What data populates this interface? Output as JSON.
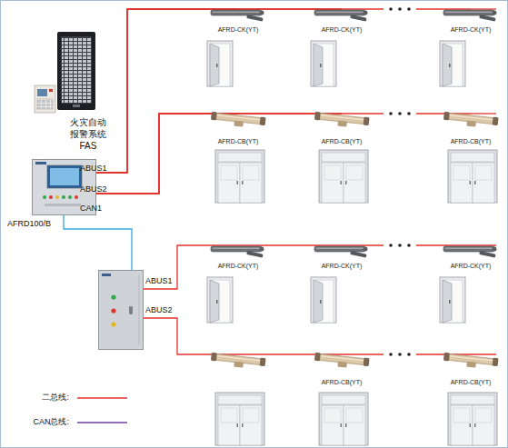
{
  "diagram": {
    "nodes": [
      {
        "text": [
          "AFRD-CK(YT)"
        ]
      },
      {
        "text": [
          "AFRD-CK(YT)"
        ]
      },
      {
        "text": [
          "AFRD-CK(YT)"
        ]
      },
      {
        "text": [
          "火灾自动 报警系统 FAS"
        ]
      },
      {
        "text": [
          "AFRD-CB(YT)"
        ]
      },
      {
        "text": [
          "AFRD-CB(YT)"
        ]
      },
      {
        "text": [
          "AFRD-CB(YT)"
        ]
      },
      {
        "text": [
          "AFRD100/B"
        ]
      },
      {
        "text": [
          "AFRD-CK(YT)"
        ]
      },
      {
        "text": [
          "AFRD-CK(YT)"
        ]
      },
      {
        "text": [
          "AFRD-CK(YT)"
        ]
      },
      {
        "text": [
          "AFRD-CB(YT)"
        ]
      },
      {
        "text": [
          "AFRD-CB(YT)"
        ]
      }
    ],
    "edges": [
      {
        "from": 7,
        "to": 0,
        "arrow": "none"
      },
      {
        "from": 7,
        "to": 1,
        "arrow": "none"
      },
      {
        "from": 7,
        "to": 2,
        "arrow": "none"
      },
      {
        "from": 7,
        "to": 4,
        "arrow": "none"
      },
      {
        "from": 7,
        "to": 5,
        "arrow": "none"
      },
      {
        "from": 7,
        "to": 6,
        "arrow": "none"
      }
    ],
    "labels": [
      "ABUS1",
      "ABUS2",
      "CAN1",
      "ABUS1",
      "ABUS2"
    ],
    "legend": [
      {
        "text": "二总线:"
      },
      {
        "text": "CAN总线:"
      }
    ]
  }
}
